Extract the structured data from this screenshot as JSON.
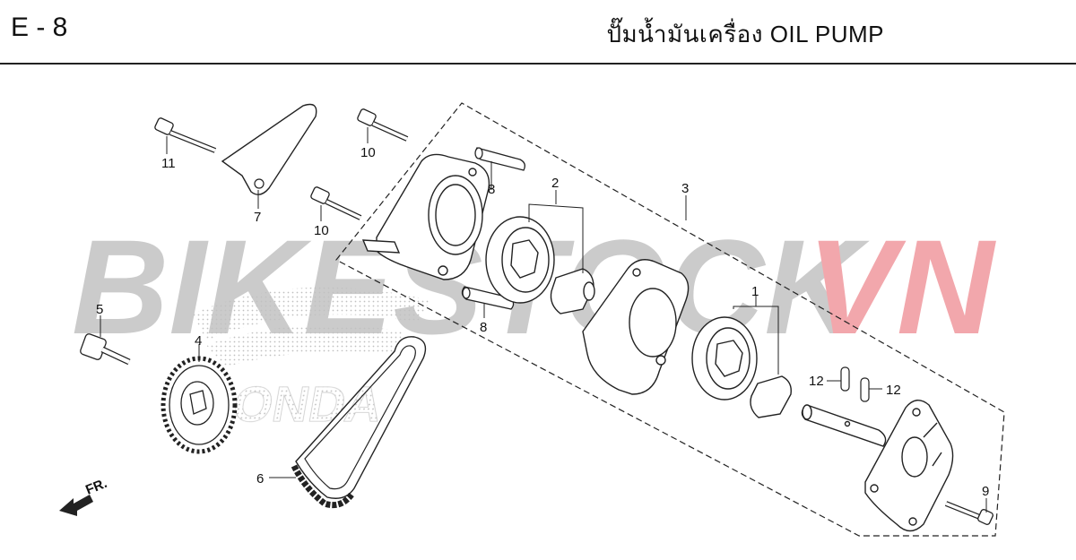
{
  "header": {
    "page_code": "E - 8",
    "title": "ปั๊มน้ำมันเครื่อง  OIL PUMP"
  },
  "watermark": {
    "text_gray": "BIKESTOCK",
    "text_red": "VN",
    "brand": "HONDA",
    "gray_color": "#c9c9c9",
    "red_color": "#f2a3a8"
  },
  "direction_marker": {
    "label": "FR.",
    "icon": "front-arrow-icon"
  },
  "callouts": {
    "c1": "1",
    "c2": "2",
    "c3": "3",
    "c4": "4",
    "c5": "5",
    "c6": "6",
    "c7": "7",
    "c8a": "8",
    "c8b": "8",
    "c9": "9",
    "c10a": "10",
    "c10b": "10",
    "c11": "11",
    "c12a": "12",
    "c12b": "12"
  }
}
